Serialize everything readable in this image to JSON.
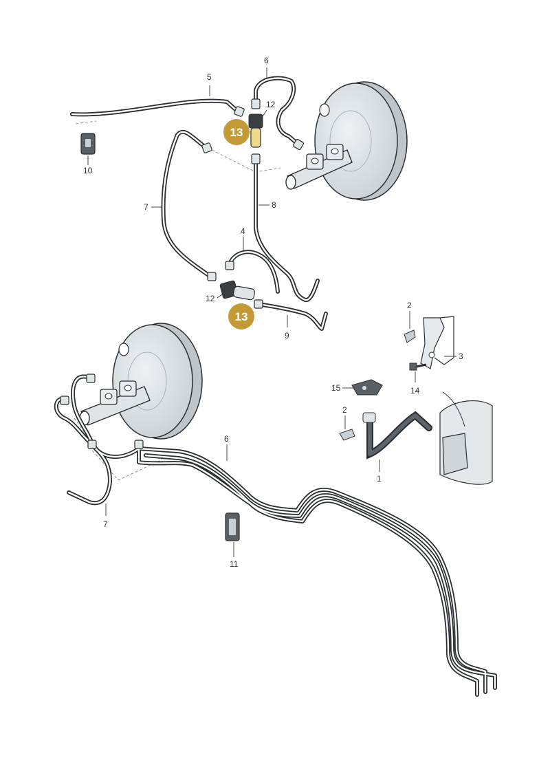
{
  "colors": {
    "line_outer": "#2b2f33",
    "line_inner": "#ffffff",
    "booster_light": "#e4e8eb",
    "booster_mid": "#cfd5d9",
    "booster_dark": "#b7bfc5",
    "badge_fill": "#c39a35",
    "badge_text": "#ffffff",
    "callout_text": "#333333"
  },
  "callouts": [
    {
      "id": "c5-top",
      "label": "5"
    },
    {
      "id": "c6-top",
      "label": "6"
    },
    {
      "id": "c12-top",
      "label": "12"
    },
    {
      "id": "c10",
      "label": "10"
    },
    {
      "id": "c7-top",
      "label": "7"
    },
    {
      "id": "c8",
      "label": "8"
    },
    {
      "id": "c4",
      "label": "4"
    },
    {
      "id": "c12-bottom",
      "label": "12"
    },
    {
      "id": "c9",
      "label": "9"
    },
    {
      "id": "c2-upper",
      "label": "2"
    },
    {
      "id": "c3",
      "label": "3"
    },
    {
      "id": "c14",
      "label": "14"
    },
    {
      "id": "c15",
      "label": "15"
    },
    {
      "id": "c2-lower",
      "label": "2"
    },
    {
      "id": "c1",
      "label": "1"
    },
    {
      "id": "c6-bottom",
      "label": "6"
    },
    {
      "id": "c7-bottom",
      "label": "7"
    },
    {
      "id": "c11",
      "label": "11"
    }
  ],
  "badges": [
    {
      "id": "b13-top",
      "label": "13"
    },
    {
      "id": "b13-bottom",
      "label": "13"
    }
  ]
}
